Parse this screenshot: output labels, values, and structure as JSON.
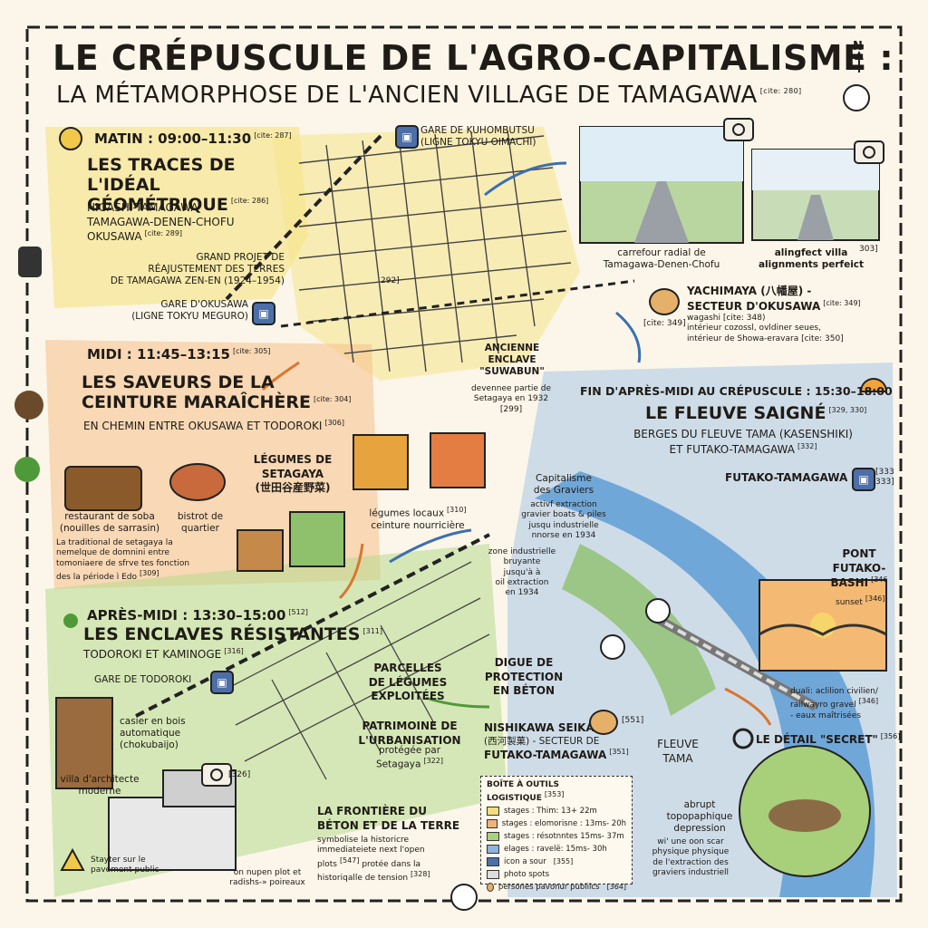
{
  "header": {
    "title": "LE CRÉPUSCULE DE L'AGRO-CAPITALISME :",
    "subtitle": "LA MÉTAMORPHOSE DE L'ANCIEN VILLAGE DE TAMAGAWA",
    "subtitle_cite": "[cite: 280]",
    "north": "N"
  },
  "matin": {
    "time": "MATIN : 09:00–11:30",
    "time_cite": "[cite: 287]",
    "title": "LES TRACES DE L'IDÉAL GÉOMÉTRIQUE",
    "title_cite": "[cite: 286]",
    "areas": [
      "HIGASHI-TAMAGAWA",
      "TAMAGAWA-DENEN-CHOFU",
      "OKUSAWA"
    ],
    "areas_cite": "[cite: 289]",
    "project_lines": [
      "GRAND PROJET DE",
      "RÉAJUSTEMENT DES TERRES",
      "DE TAMAGAWA ZEN-EN (1924–1954)"
    ],
    "ref_292": "292]",
    "gare_kuhombutsu_1": "GARE DE KUHOMBUTSU",
    "gare_kuhombutsu_2": "(LIGNE TOKYU OIMACHI)",
    "gare_okusawa_1": "GARE D'OKUSAWA",
    "gare_okusawa_2": "(LIGNE TOKYU MEGURO)",
    "enclave_lines": [
      "ANCIENNE",
      "ENCLAVE",
      "\"SUWABUN\""
    ],
    "enclave_note_lines": [
      "devennee partie de",
      "Setagaya en 1932"
    ],
    "enclave_cite": "[299]",
    "photo1_caption_1": "carrefour radial de",
    "photo1_caption_2": "Tamagawa-Denen-Chofu",
    "photo2_caption_1": "alingfect villa",
    "photo2_caption_2": "alignments perfeict",
    "photo2_cite": "303]"
  },
  "yachimaya": {
    "title_1": "YACHIMAYA (八幡屋) -",
    "title_2": "SECTEUR D'OKUSAWA",
    "title_cite": "[cite: 349]",
    "left_cite": "[cite: 349]",
    "line1": "wagashi [cite: 348)",
    "line2": "intérieur cozossl, ovldiner seues,",
    "line3": "intérieur de Showa-eravara [cite: 350]"
  },
  "midi": {
    "time": "MIDI : 11:45–13:15",
    "time_cite": "[cite: 305]",
    "title_1": "LES SAVEURS DE LA",
    "title_2": "CEINTURE MARAÎCHÈRE",
    "title_cite": "[cite: 304]",
    "sub": "EN CHEMIN ENTRE OKUSAWA ET TODOROKI",
    "sub_cite": "[306]",
    "soba_1": "restaurant de soba",
    "soba_2": "(nouilles de sarrasin)",
    "bistrot_1": "bistrot de",
    "bistrot_2": "quartier",
    "legumes_1": "LÉGUMES DE",
    "legumes_2": "SETAGAYA",
    "legumes_3": "(世田谷産野菜)",
    "locaux_1": "légumes locaux",
    "locaux_cite": "[310]",
    "locaux_2": "ceinture nourricière",
    "trad_1": "La traditional de setagaya la",
    "trad_2": "nemelque de domnini entre",
    "trad_3": "tomoniaere de sfrve tes fonction",
    "trad_4": "des la période ì Edo",
    "trad_cite": "[309]"
  },
  "apres": {
    "time": "APRÈS-MIDI : 13:30–15:00",
    "time_cite": "[512]",
    "title": "LES ENCLAVES RÉSISTANTES",
    "title_cite": "[311]",
    "sub": "TODOROKI ET KAMINOGE",
    "sub_cite": "[316]",
    "gare": "GARE DE TODOROKI",
    "casier_1": "casier en bois",
    "casier_2": "automatique",
    "casier_3": "(chokubaijo)",
    "villa_1": "villa d'architecte",
    "villa_2": "moderne",
    "villa_cite": "[326]",
    "parcelles_1": "PARCELLES",
    "parcelles_2": "DE LÉGUMES",
    "parcelles_3": "EXPLOITÉES",
    "patrimoine_1": "PATRIMOINE DE",
    "patrimoine_2": "L'URBANISATION",
    "patrimoine_3": "protégée par",
    "patrimoine_4": "Setagaya",
    "patrimoine_cite": "[322]",
    "frontiere_1": "LA FRONTIÈRE DU",
    "frontiere_2": "BÉTON ET DE LA TERRE",
    "frontiere_3": "symbolise la historicre",
    "frontiere_4": "immediateiete next l'open",
    "frontiere_5": "plots",
    "frontiere_5_cite": "[547]",
    "frontiere_5b": "protée dans la",
    "frontiere_6": "historiqalle de tension",
    "frontiere_cite": "[328]",
    "navets_1": "on nupen plot et",
    "navets_2": "radishs-» poireaux",
    "warning_1": "Stayter sur le",
    "warning_2": "pavement public"
  },
  "fin": {
    "time": "FIN D'APRÈS-MIDI AU CRÉPUSCULE : 15:30–18:00",
    "title": "LE FLEUVE SAIGNÉ",
    "title_cite": "[329, 330]",
    "sub_1": "BERGES DU FLEUVE TAMA (KASENSHIKI)",
    "sub_2": "ET FUTAKO-TAMAGAWA",
    "sub_cite": "[332]",
    "futako": "FUTAKO-TAMAGAWA",
    "futako_cite": "[333 333]",
    "capital_1": "Capitalisme",
    "capital_2": "des Graviers",
    "extraction_1": "activf extraction",
    "extraction_2": "gravier boats & piles",
    "extraction_3": "jusqu industrielle",
    "extraction_4": "nnorse en 1934",
    "zone_1": "zone industrielle",
    "zone_2": "bruyante",
    "zone_3": "jusqu'à à",
    "zone_4": "oil extraction",
    "zone_5": "en 1934",
    "pont_1": "PONT",
    "pont_2": "FUTAKO-",
    "pont_3": "BASHI",
    "pont_cite": "[346",
    "pont_4": "sunset",
    "pont_4_cite": "[346]",
    "duali_1": "duali: aclilion civilien/",
    "duali_2": "railwayro gravel",
    "duali_cite": "[346]",
    "duali_3": "- eaux maîtrisées",
    "digue_1": "DIGUE DE",
    "digue_2": "PROTECTION",
    "digue_3": "EN BÉTON",
    "nishi_1": "NISHIKAWA SEIKA",
    "nishi_2": "(西河製菓) - SECTEUR DE",
    "nishi_3": "FUTAKO-TAMAGAWA",
    "nishi_cite": "[351]",
    "nishi_badge_cite": "[551]",
    "fleuve_1": "FLEUVE",
    "fleuve_2": "TAMA",
    "detail": "LE DÉTAIL \"SECRET\"",
    "detail_cite": "[356]",
    "abrupt_1": "abrupt",
    "abrupt_2": "topopaphique",
    "abrupt_3": "depression",
    "scar_1": "wi' une oon scar",
    "scar_2": "physique physique",
    "scar_3": "de l'extraction des",
    "scar_4": "graviers industriell"
  },
  "legend": {
    "title": "BOÎTE À OUTILS LOGISTIQUE",
    "title_cite": "[353]",
    "items": [
      {
        "label": "stages : Thim: 13+ 22m",
        "color": "#f2df7a"
      },
      {
        "label": "stages : elomorisne : 13ms- 20h",
        "color": "#f3b27a"
      },
      {
        "label": "stages : résotnntes 15ms- 37m",
        "color": "#a9d27c"
      },
      {
        "label": "elages : ravelë: 15ms- 30h",
        "color": "#8fb4dc"
      }
    ],
    "icon_row": "icon a sour",
    "icon_row_cite": "[355]",
    "photo_row": "photo spots",
    "persons_row": "persones pavonur publiics",
    "persons_cite": "[364]"
  },
  "colors": {
    "yellow": "#f6e48a",
    "orange": "#f5bf8a",
    "green": "#b6db8e",
    "blue": "#8fb4dc",
    "cream": "#fbf6e9"
  }
}
